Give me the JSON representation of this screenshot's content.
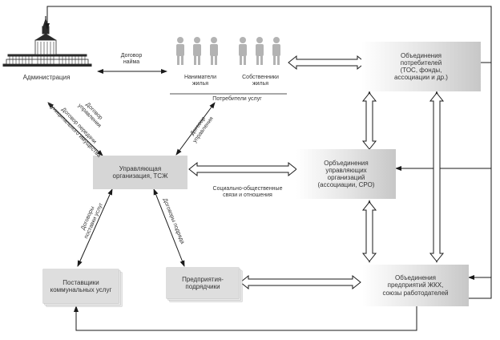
{
  "nodes": {
    "administration": "Администрация",
    "tenants": "Наниматели\nжилья",
    "owners": "Собственники\nжилья",
    "consumers": "Потребители услуг",
    "consumer_unions": "Объединения\nпотребителей\n(ТОС, фонды,\nассоциации и др.)",
    "managing_org": "Управляющая\nорганизация, ТСЖ",
    "managing_unions": "Орбъединения\nуправляющих\nорганизаций\n(ассоциации, СРО)",
    "utility_suppliers": "Поставщики\nкоммунальных услуг",
    "contractors": "Предприятия-\nподрядчики",
    "housing_enterprise_unions": "Объединения\nпредприятий ЖКХ,\nсоюзы работодателей"
  },
  "edges": {
    "lease_contract": "Договор\nнайма",
    "mgmt_contract_admin": "Договор\nуправления",
    "municipal_transfer_contract": "Договор передачи\nмуниципального имущества",
    "mgmt_contract_consumers": "Договор\nуправления",
    "social_relations": "Социально-общественные\nсвязи и отношения",
    "utility_supply_contracts": "Договоры\nпоставки услуг",
    "contract_agreements": "Договоры подряда"
  },
  "colors": {
    "line": "#1a1a1a",
    "box_dark": "#c7c7c7",
    "box_flat": "#d6d6d6",
    "people": "#b3b3b3"
  }
}
